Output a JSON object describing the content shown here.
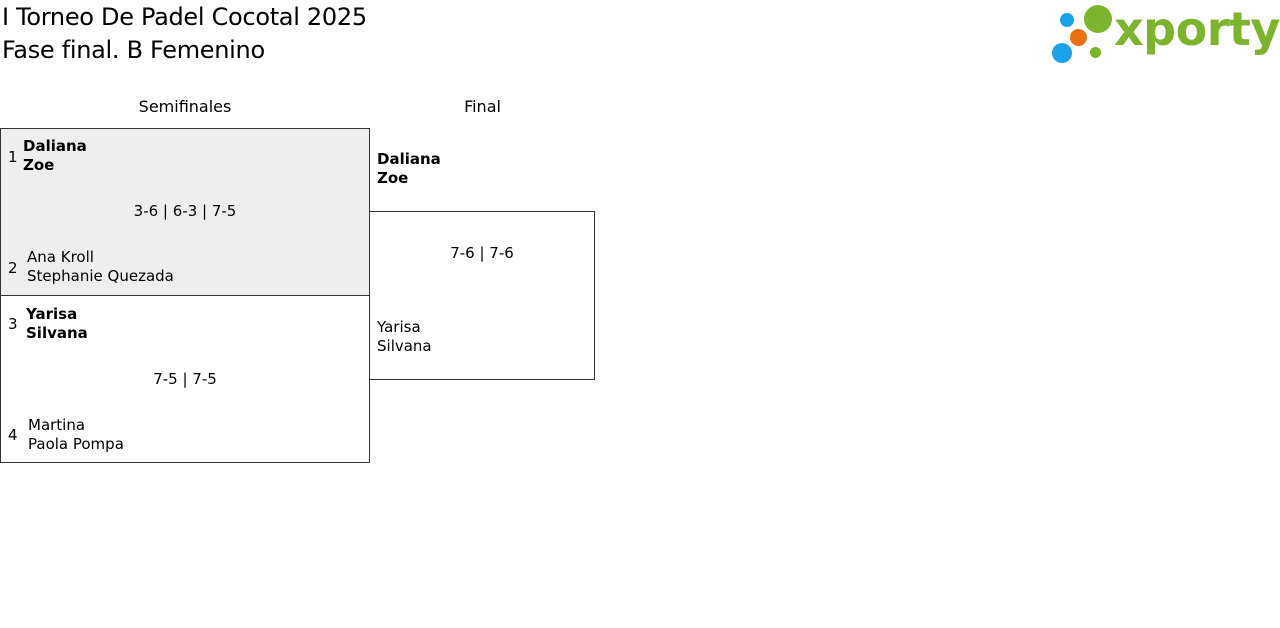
{
  "page": {
    "title_line1": "I Torneo De Padel Cocotal 2025",
    "title_line2": "Fase final. B Femenino"
  },
  "logo": {
    "text": "xporty",
    "colors": {
      "green": "#7cb52d",
      "blue": "#1aa3e8",
      "orange": "#e8700f"
    }
  },
  "rounds": {
    "semis_label": "Semifinales",
    "final_label": "Final"
  },
  "semifinals": [
    {
      "shaded": true,
      "score": "3-6 | 6-3 | 7-5",
      "team_a": {
        "seed": "1",
        "p1": "Daliana",
        "p2": "Zoe",
        "winner": true
      },
      "team_b": {
        "seed": "2",
        "p1": "Ana Kroll",
        "p2": "Stephanie Quezada",
        "winner": false
      }
    },
    {
      "shaded": false,
      "score": "7-5 | 7-5",
      "team_a": {
        "seed": "3",
        "p1": "Yarisa",
        "p2": "Silvana",
        "winner": true
      },
      "team_b": {
        "seed": "4",
        "p1": "Martina",
        "p2": "Paola Pompa",
        "winner": false
      }
    }
  ],
  "final": {
    "score": "7-6 | 7-6",
    "team_a": {
      "p1": "Daliana",
      "p2": "Zoe",
      "winner": true
    },
    "team_b": {
      "p1": "Yarisa",
      "p2": "Silvana",
      "winner": false
    }
  }
}
